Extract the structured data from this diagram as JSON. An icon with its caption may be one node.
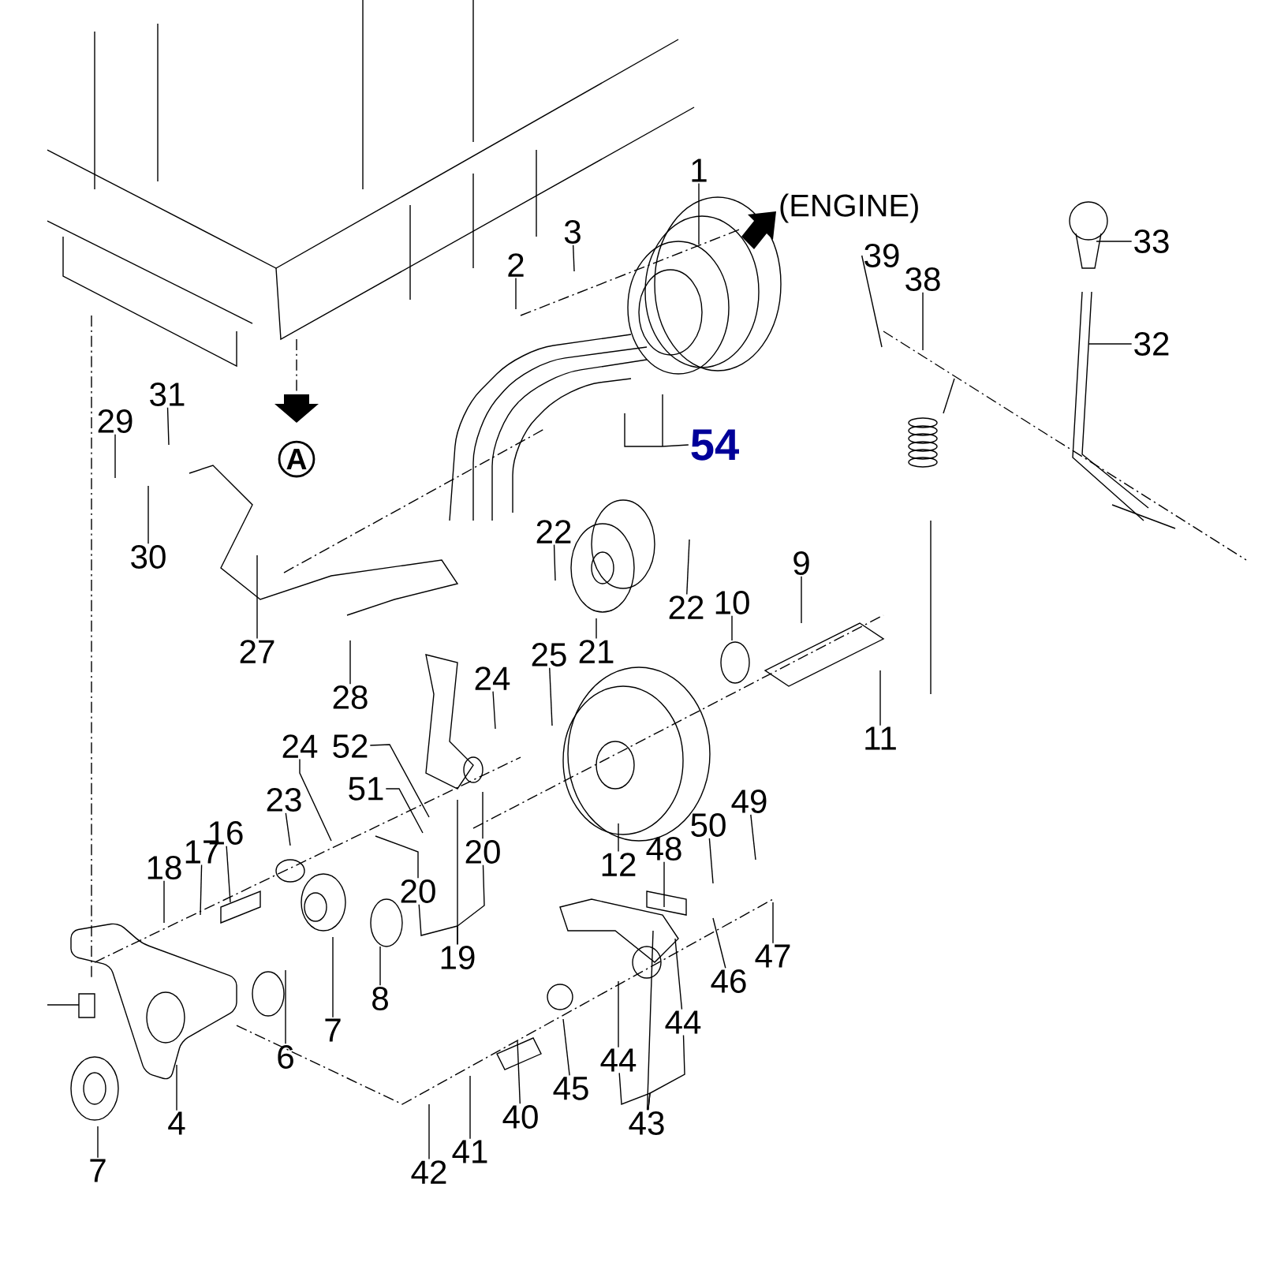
{
  "diagram": {
    "nodes": [
      {
        "text": [
          "1"
        ]
      },
      {
        "text": [
          "3"
        ]
      },
      {
        "text": [
          "2"
        ]
      },
      {
        "text": [
          "39"
        ]
      },
      {
        "text": [
          "38"
        ]
      },
      {
        "text": [
          "33"
        ]
      },
      {
        "text": [
          "32"
        ]
      },
      {
        "text": [
          "31"
        ]
      },
      {
        "text": [
          "29"
        ]
      },
      {
        "text": [
          "A"
        ]
      },
      {
        "text": [
          "54"
        ]
      },
      {
        "text": [
          "30"
        ]
      },
      {
        "text": [
          "22"
        ]
      },
      {
        "text": [
          "22"
        ]
      },
      {
        "text": [
          "10"
        ]
      },
      {
        "text": [
          "9"
        ]
      },
      {
        "text": [
          "27"
        ]
      },
      {
        "text": [
          "21"
        ]
      },
      {
        "text": [
          "28"
        ]
      },
      {
        "text": [
          "25"
        ]
      },
      {
        "text": [
          "24"
        ]
      },
      {
        "text": [
          "11"
        ]
      },
      {
        "text": [
          "24"
        ]
      },
      {
        "text": [
          "52"
        ]
      },
      {
        "text": [
          "51"
        ]
      },
      {
        "text": [
          "23"
        ]
      },
      {
        "text": [
          "16"
        ]
      },
      {
        "text": [
          "17"
        ]
      },
      {
        "text": [
          "18"
        ]
      },
      {
        "text": [
          "20"
        ]
      },
      {
        "text": [
          "20"
        ]
      },
      {
        "text": [
          "19"
        ]
      },
      {
        "text": [
          "12"
        ]
      },
      {
        "text": [
          "48"
        ]
      },
      {
        "text": [
          "50"
        ]
      },
      {
        "text": [
          "49"
        ]
      },
      {
        "text": [
          "47"
        ]
      },
      {
        "text": [
          "46"
        ]
      },
      {
        "text": [
          "44"
        ]
      },
      {
        "text": [
          "44"
        ]
      },
      {
        "text": [
          "43"
        ]
      },
      {
        "text": [
          "45"
        ]
      },
      {
        "text": [
          "40"
        ]
      },
      {
        "text": [
          "41"
        ]
      },
      {
        "text": [
          "42"
        ]
      },
      {
        "text": [
          "8"
        ]
      },
      {
        "text": [
          "7"
        ]
      },
      {
        "text": [
          "6"
        ]
      },
      {
        "text": [
          "4"
        ]
      },
      {
        "text": [
          "7"
        ]
      }
    ],
    "edges": [
      {
        "from": 0,
        "to": null,
        "arrow": "none"
      },
      {
        "from": 1,
        "to": null,
        "arrow": "none"
      },
      {
        "from": 2,
        "to": null,
        "arrow": "none"
      },
      {
        "from": 3,
        "to": null,
        "arrow": "none"
      },
      {
        "from": 4,
        "to": null,
        "arrow": "none"
      },
      {
        "from": 5,
        "to": null,
        "arrow": "none"
      },
      {
        "from": 6,
        "to": null,
        "arrow": "none"
      },
      {
        "from": 7,
        "to": null,
        "arrow": "none"
      },
      {
        "from": 8,
        "to": null,
        "arrow": "none"
      },
      {
        "from": 10,
        "to": null,
        "arrow": "none"
      },
      {
        "from": 11,
        "to": null,
        "arrow": "none"
      },
      {
        "from": 12,
        "to": null,
        "arrow": "none"
      },
      {
        "from": 13,
        "to": null,
        "arrow": "none"
      },
      {
        "from": 14,
        "to": null,
        "arrow": "none"
      },
      {
        "from": 15,
        "to": null,
        "arrow": "none"
      },
      {
        "from": 16,
        "to": null,
        "arrow": "none"
      },
      {
        "from": 17,
        "to": null,
        "arrow": "none"
      },
      {
        "from": 18,
        "to": null,
        "arrow": "none"
      },
      {
        "from": 19,
        "to": null,
        "arrow": "none"
      },
      {
        "from": 20,
        "to": null,
        "arrow": "none"
      },
      {
        "from": 21,
        "to": null,
        "arrow": "none"
      },
      {
        "from": 22,
        "to": null,
        "arrow": "none"
      },
      {
        "from": 23,
        "to": null,
        "arrow": "none"
      },
      {
        "from": 24,
        "to": null,
        "arrow": "none"
      },
      {
        "from": 25,
        "to": null,
        "arrow": "none"
      },
      {
        "from": 26,
        "to": null,
        "arrow": "none"
      },
      {
        "from": 27,
        "to": null,
        "arrow": "none"
      },
      {
        "from": 28,
        "to": null,
        "arrow": "none"
      },
      {
        "from": 29,
        "to": null,
        "arrow": "none"
      },
      {
        "from": 30,
        "to": null,
        "arrow": "none"
      },
      {
        "from": 31,
        "to": 29,
        "arrow": "none"
      },
      {
        "from": 31,
        "to": 30,
        "arrow": "none"
      },
      {
        "from": 31,
        "to": null,
        "arrow": "none"
      },
      {
        "from": 32,
        "to": null,
        "arrow": "none"
      },
      {
        "from": 33,
        "to": null,
        "arrow": "none"
      },
      {
        "from": 34,
        "to": null,
        "arrow": "none"
      },
      {
        "from": 35,
        "to": null,
        "arrow": "none"
      },
      {
        "from": 36,
        "to": null,
        "arrow": "none"
      },
      {
        "from": 37,
        "to": null,
        "arrow": "none"
      },
      {
        "from": 38,
        "to": null,
        "arrow": "none"
      },
      {
        "from": 39,
        "to": null,
        "arrow": "none"
      },
      {
        "from": 40,
        "to": 39,
        "arrow": "none"
      },
      {
        "from": 40,
        "to": 38,
        "arrow": "none"
      },
      {
        "from": 40,
        "to": null,
        "arrow": "none"
      },
      {
        "from": 41,
        "to": null,
        "arrow": "none"
      },
      {
        "from": 42,
        "to": null,
        "arrow": "none"
      },
      {
        "from": 43,
        "to": null,
        "arrow": "none"
      },
      {
        "from": 44,
        "to": null,
        "arrow": "none"
      },
      {
        "from": 45,
        "to": null,
        "arrow": "none"
      },
      {
        "from": 46,
        "to": null,
        "arrow": "none"
      },
      {
        "from": 47,
        "to": null,
        "arrow": "none"
      },
      {
        "from": 48,
        "to": null,
        "arrow": "none"
      },
      {
        "from": 49,
        "to": null,
        "arrow": "none"
      }
    ],
    "labels": [
      "(ENGINE)"
    ]
  }
}
